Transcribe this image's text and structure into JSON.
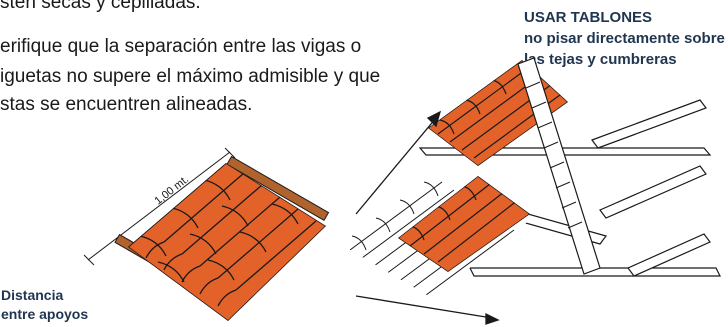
{
  "paragraph": {
    "line_1": "sten secas y cepilladas.",
    "line_2": "erifique que la separación entre las vigas o",
    "line_3": "iguetas no supere el máximo admisible y que",
    "line_4": "stas se encuentren alineadas."
  },
  "warning": {
    "line_1": "USAR TABLONES",
    "line_2": "no pisar directamente sobre",
    "line_3": "las tejas y cumbreras"
  },
  "distance_label": {
    "line_1": "Distancia",
    "line_2": "entre apoyos"
  },
  "dimension_label": "1,00 mt.",
  "colors": {
    "tile_orange": "#E2622A",
    "tile_outline": "#1a1a1a",
    "beam_brown": "#B1632E",
    "label_navy": "#1f3550",
    "white_tile": "#ffffff"
  }
}
